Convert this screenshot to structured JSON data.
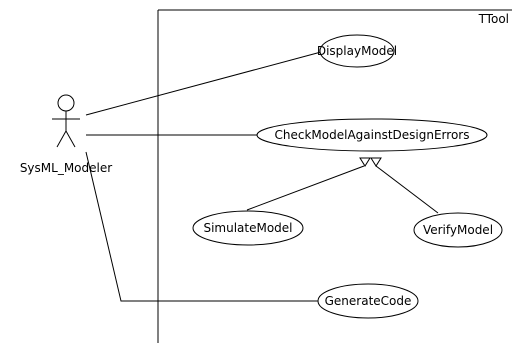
{
  "system": {
    "name": "TTool"
  },
  "actor": {
    "name": "SysML_Modeler"
  },
  "use_cases": {
    "display_model": "DisplayModel",
    "check_model": "CheckModelAgainstDesignErrors",
    "simulate_model": "SimulateModel",
    "verify_model": "VerifyModel",
    "generate_code": "GenerateCode"
  },
  "relations": [
    {
      "from": "SysML_Modeler",
      "to": "DisplayModel",
      "kind": "association"
    },
    {
      "from": "SysML_Modeler",
      "to": "CheckModelAgainstDesignErrors",
      "kind": "association"
    },
    {
      "from": "SysML_Modeler",
      "to": "GenerateCode",
      "kind": "association"
    },
    {
      "from": "SimulateModel",
      "to": "CheckModelAgainstDesignErrors",
      "kind": "generalization"
    },
    {
      "from": "VerifyModel",
      "to": "CheckModelAgainstDesignErrors",
      "kind": "generalization"
    }
  ]
}
